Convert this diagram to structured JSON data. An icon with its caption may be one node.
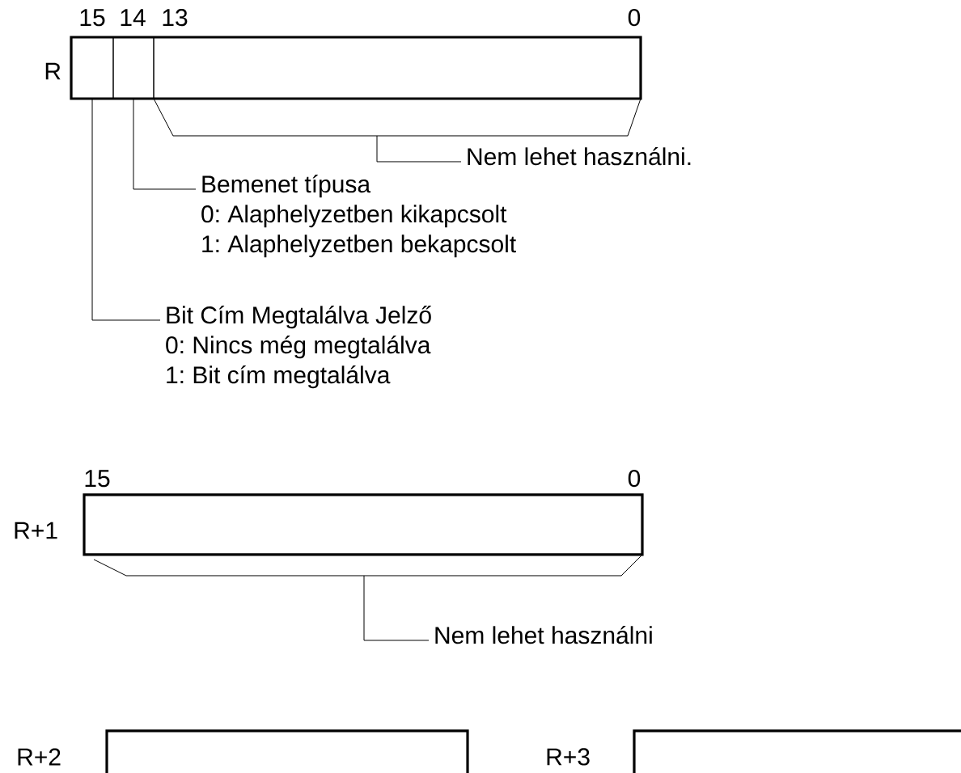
{
  "diagram": {
    "nodes": [
      {
        "text": [],
        "shape": "box",
        "beside": [
          "R"
        ]
      },
      {
        "text": [],
        "shape": "box",
        "in": 0
      },
      {
        "text": [],
        "shape": "box",
        "in": 0
      },
      {
        "text": [],
        "shape": "box",
        "in": 0
      },
      {
        "text": [
          "Nem lehet használni."
        ]
      },
      {
        "text": [
          "Bemenet típusa",
          "0: Alaphelyzetben kikapcsolt",
          "1: Alaphelyzetben bekapcsolt"
        ]
      },
      {
        "text": [
          "Bit Cím Megtalálva Jelző",
          "0: Nincs még megtalálva",
          "1: Bit cím megtalálva"
        ]
      },
      {
        "text": [],
        "shape": "box",
        "beside": [
          "R+1"
        ]
      },
      {
        "text": [
          "Nem lehet használni"
        ]
      },
      {
        "text": [],
        "shape": "box",
        "beside": [
          "R+2"
        ]
      },
      {
        "text": [],
        "shape": "box",
        "beside": [
          "R+3"
        ]
      }
    ],
    "edges": [
      {
        "from": 4,
        "to": 3,
        "arrow": "none"
      },
      {
        "from": 5,
        "to": 2,
        "arrow": "none"
      },
      {
        "from": 6,
        "to": 1,
        "arrow": "none"
      },
      {
        "from": 8,
        "to": 7,
        "arrow": "none"
      }
    ],
    "labels": [
      "15",
      "14",
      "13",
      "0",
      "15",
      "0"
    ]
  }
}
